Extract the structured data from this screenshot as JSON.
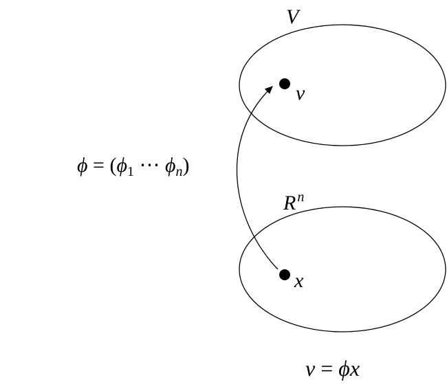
{
  "labels": {
    "top_set": "V",
    "top_point": "v",
    "bottom_set_base": "R",
    "bottom_set_exp": "n",
    "bottom_point": "x",
    "map": {
      "phi": "ϕ",
      "equals": " = (",
      "phi1": "ϕ",
      "sub1": "1",
      "dots": " ⋯ ",
      "phin": "ϕ",
      "subn": "n",
      "close": ")"
    },
    "relation": {
      "lhs": "v",
      "eq": " = ",
      "rhs": "ϕx"
    }
  },
  "colors": {
    "stroke": "#000000",
    "background": "#ffffff"
  }
}
